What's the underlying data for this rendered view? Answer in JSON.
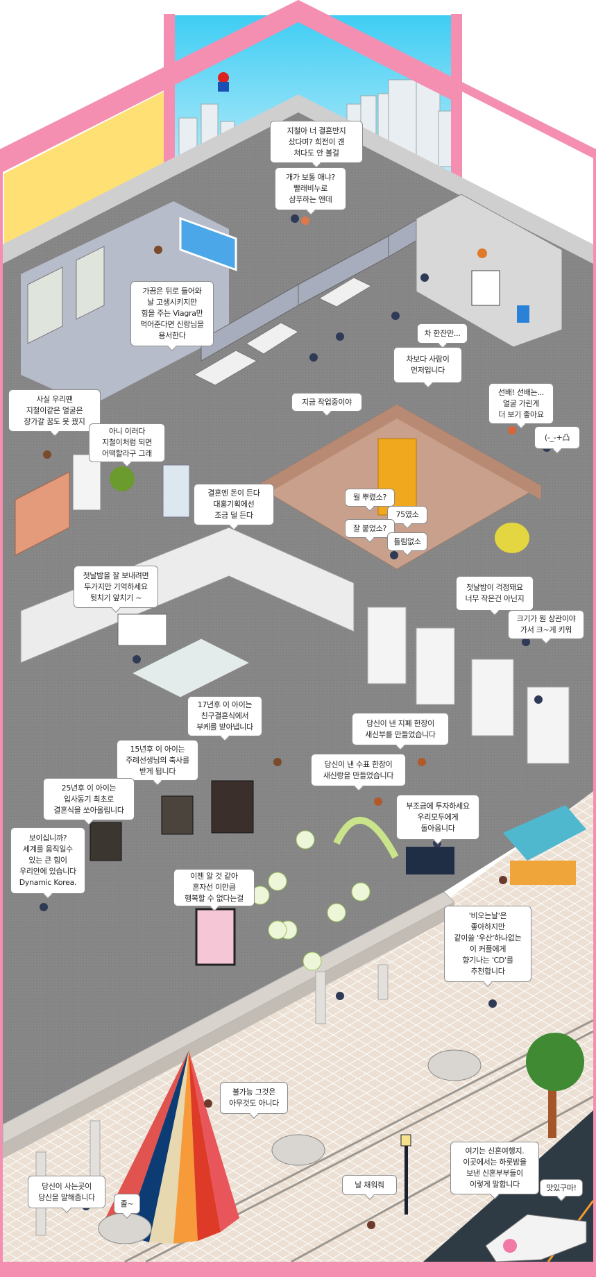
{
  "colors": {
    "frame": "#f48fb1",
    "yellow": "#ffe074",
    "sky": "#6fd6f5",
    "floor": "#878787",
    "wall": "#c8c8c8",
    "brown_room": "#c9a08c",
    "sidewalk": "#e9ddd0",
    "road": "#2e3a44"
  },
  "bubbles": [
    "지철아 너 결혼반지\n샀다며? 희전이 걘\n쳐다도 안 볼걸",
    "개가 보통 애냐?\n빨래비누로\n샴푸하는 앤데",
    "가끔은 뒤로 들어와\n날 고생시키지만\n힘을 주는 Viagra만\n먹어준다면 신랑님을\n용서한다",
    "차 한잔만...",
    "차보다 사람이\n먼저입니다",
    "지금 작업중이야",
    "사실 우리땐\n지철이같은 얼굴은\n장가갈 꿈도 못 꿨지",
    "아니 이러다\n지철이처럼 되면\n어떡할라구 그래",
    "선배! 선배는...\n얼굴 가린게\n더 보기 좋아요",
    "(-_-+凸",
    "결혼엔 돈이 든다\n대홍기획에선\n조금 덜 든다",
    "뭘 뿌렸소?",
    "75였소",
    "잘 붙었소?",
    "틀림없소",
    "첫날밤을 잘 보내려면\n두가지만 기억하세요\n뒷치기 앞치기 ~",
    "첫날밤이 걱정돼요\n너무 작은건 아닌지",
    "크기가 뭔 상관이야\n가서 크~게 키워",
    "17년후 이 아이는\n친구결혼식에서\n부케를 받아냅니다",
    "15년후 이 아이는\n주례선생님의 축사를\n받게 됩니다",
    "25년후 이 아이는\n입사동기 최초로\n결혼식을 쏘아올립니다",
    "당신이 낸 지폐 한장이\n새신부를 만들었습니다",
    "당신이 낸 수표 한장이\n새신랑을 만들었습니다",
    "부조금에 투자하세요\n우리모두에게\n돌아옵니다",
    "보이십니까?\n세계를 움직일수\n있는 큰 힘이\n우리안에 있습니다\nDynamic Korea.",
    "이젠 알 것 같아\n혼자선 이만큼\n행복할 수 없다는걸",
    "'비오는날'은\n좋아하지만\n같이쓸 '우산'하나없는\n이 커플에게\n향기나는 'CD'를\n추천합니다",
    "불가능 그것은\n아무것도 아니다",
    "당신이 사는곳이\n당신을 말해줍니다",
    "졸~",
    "날 채워줘",
    "여기는 신혼여행지.\n이곳에서는 하룻밤을\n보낸 신혼부부들이\n이렇게 말합니다",
    "맛있구마!"
  ]
}
